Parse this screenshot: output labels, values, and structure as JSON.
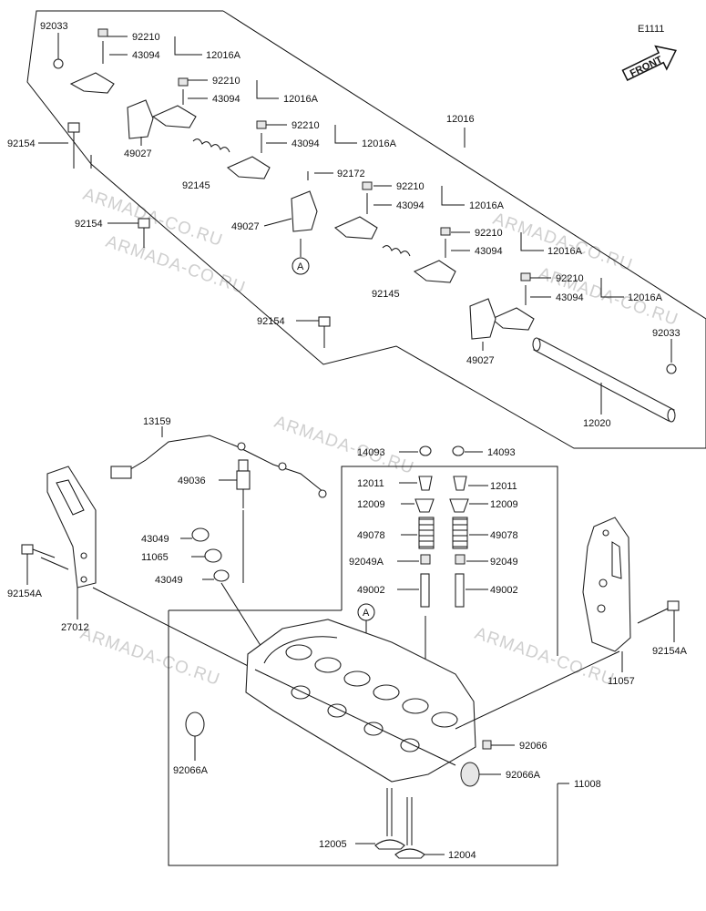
{
  "diagram_code": "E1111",
  "front_label": "FRONT",
  "watermark": "ARMADA-CO.RU",
  "callout_a": "A",
  "labels": {
    "l92033a": "92033",
    "l92210a": "92210",
    "l43094a": "43094",
    "l12016Aa": "12016A",
    "l92210b": "92210",
    "l43094b": "43094",
    "l12016Ab": "12016A",
    "l12016": "12016",
    "l92154a": "92154",
    "l49027a": "49027",
    "l92210c": "92210",
    "l43094c": "43094",
    "l12016Ac": "12016A",
    "l92145a": "92145",
    "l92172": "92172",
    "l92210d": "92210",
    "l43094d": "43094",
    "l12016Ad": "12016A",
    "l92154b": "92154",
    "l49027b": "49027",
    "l92210e": "92210",
    "l43094e": "43094",
    "l12016Ae": "12016A",
    "l92145b": "92145",
    "l92210f": "92210",
    "l43094f": "43094",
    "l12016Af": "12016A",
    "l92154c": "92154",
    "l92033b": "92033",
    "l49027c": "49027",
    "l12020": "12020",
    "l13159": "13159",
    "l14093a": "14093",
    "l14093b": "14093",
    "l49036": "49036",
    "l12011a": "12011",
    "l12011b": "12011",
    "l12009a": "12009",
    "l12009b": "12009",
    "l43049a": "43049",
    "l49078a": "49078",
    "l49078b": "49078",
    "l11065": "11065",
    "l92049A": "92049A",
    "l92049": "92049",
    "l43049b": "43049",
    "l92154Aa": "92154A",
    "l49002a": "49002",
    "l49002b": "49002",
    "l27012": "27012",
    "l92154Ab": "92154A",
    "l11057": "11057",
    "l92066": "92066",
    "l92066Aa": "92066A",
    "l92066Ab": "92066A",
    "l11008": "11008",
    "l12005": "12005",
    "l12004": "12004"
  }
}
